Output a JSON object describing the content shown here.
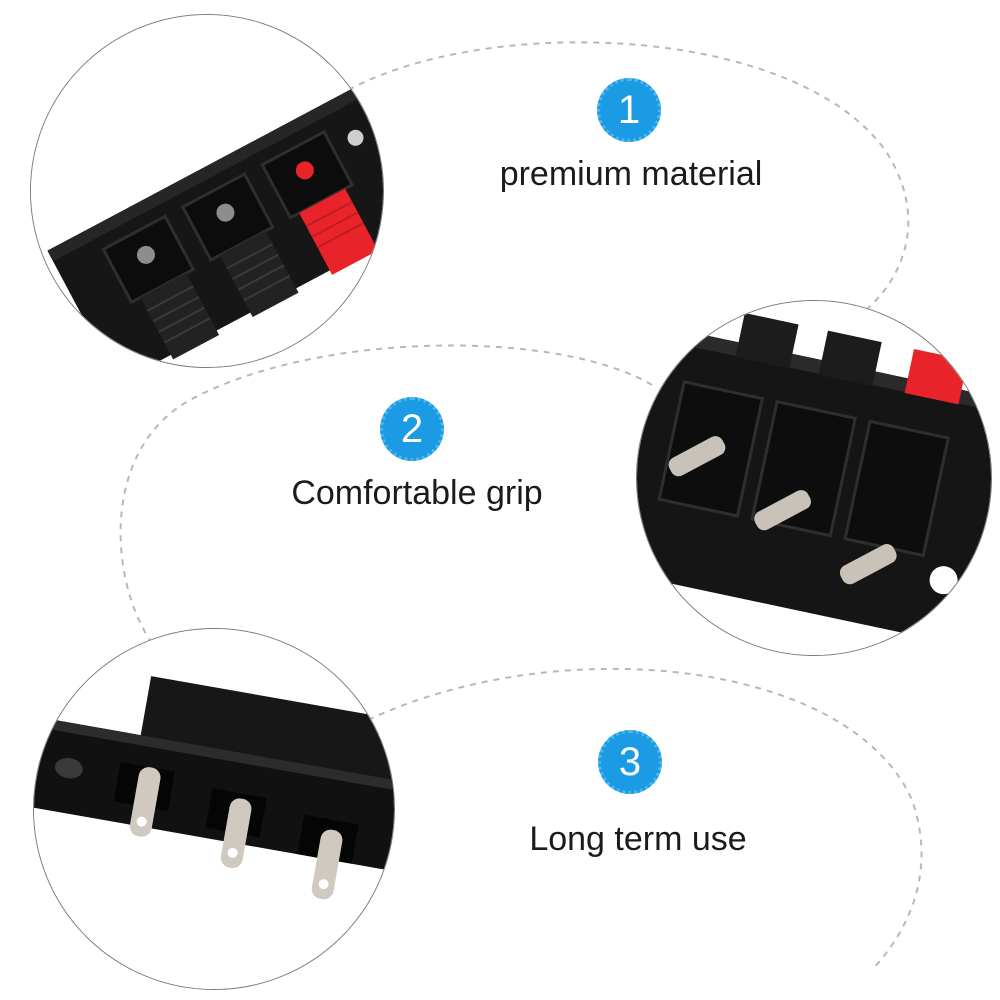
{
  "features": [
    {
      "number": "1",
      "label": "premium material"
    },
    {
      "number": "2",
      "label": "Comfortable grip"
    },
    {
      "number": "3",
      "label": "Long term use"
    }
  ],
  "colors": {
    "badge": "#1a9be4",
    "terminal_body": "#141414",
    "red_lever": "#e8242a",
    "outline_dash": "#b8b8b8"
  }
}
